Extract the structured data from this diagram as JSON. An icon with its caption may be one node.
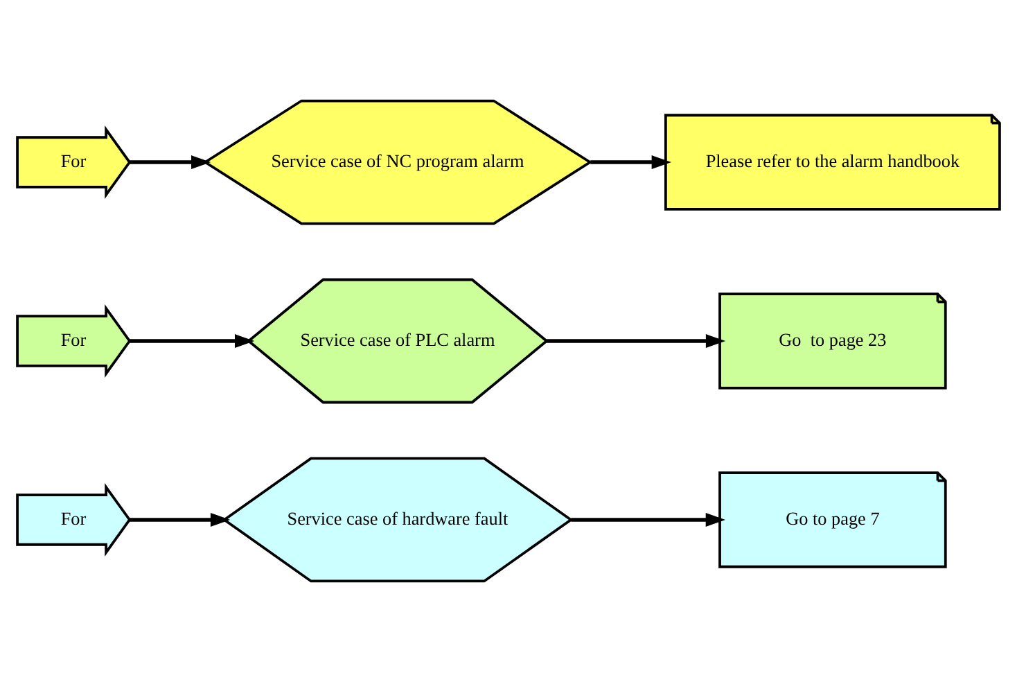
{
  "diagram": {
    "nodes": [
      {
        "text": [
          "For"
        ]
      },
      {
        "text": [
          "Service case of hardware fault"
        ]
      },
      {
        "text": [
          "Go to page 7"
        ]
      },
      {
        "text": [
          "For"
        ]
      },
      {
        "text": [
          "Service case of PLC alarm"
        ]
      },
      {
        "text": [
          "Go  to page 23"
        ]
      },
      {
        "text": [
          "For"
        ]
      },
      {
        "text": [
          "Service case of NC program alarm"
        ]
      },
      {
        "text": [
          "Please refer to the alarm handbook"
        ]
      }
    ],
    "edges": [
      {
        "from": 0,
        "to": 1,
        "arrow": "to"
      },
      {
        "from": 1,
        "to": 2,
        "arrow": "to"
      },
      {
        "from": 3,
        "to": 4,
        "arrow": "to"
      },
      {
        "from": 4,
        "to": 5,
        "arrow": "to"
      },
      {
        "from": 6,
        "to": 7,
        "arrow": "to"
      },
      {
        "from": 7,
        "to": 8,
        "arrow": "to"
      }
    ]
  }
}
